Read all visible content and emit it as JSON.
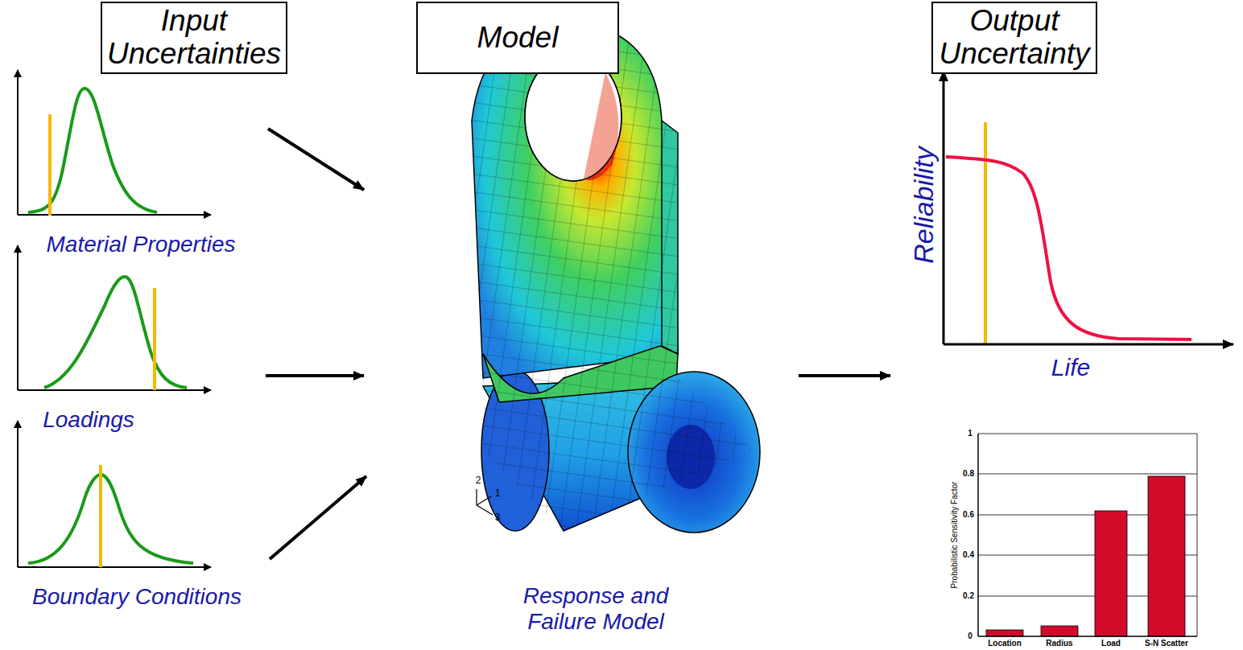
{
  "diagram": {
    "nodes": [
      {
        "text": [
          "Input Uncertainties"
        ]
      },
      {
        "text": [
          "Model"
        ]
      },
      {
        "text": [
          "Output Uncertainty"
        ]
      }
    ],
    "labels": [
      "Material Properties",
      "Loadings",
      "Boundary Conditions",
      "2",
      "1",
      "3",
      "Response and Failure Model",
      "Reliability",
      "Life",
      "1",
      "0.8",
      "0.6",
      "0.4",
      "0.2",
      "0",
      "Probabilistic Sensitivity Factor",
      "Location",
      "Radius",
      "Load",
      "S-N Scatter"
    ]
  }
}
